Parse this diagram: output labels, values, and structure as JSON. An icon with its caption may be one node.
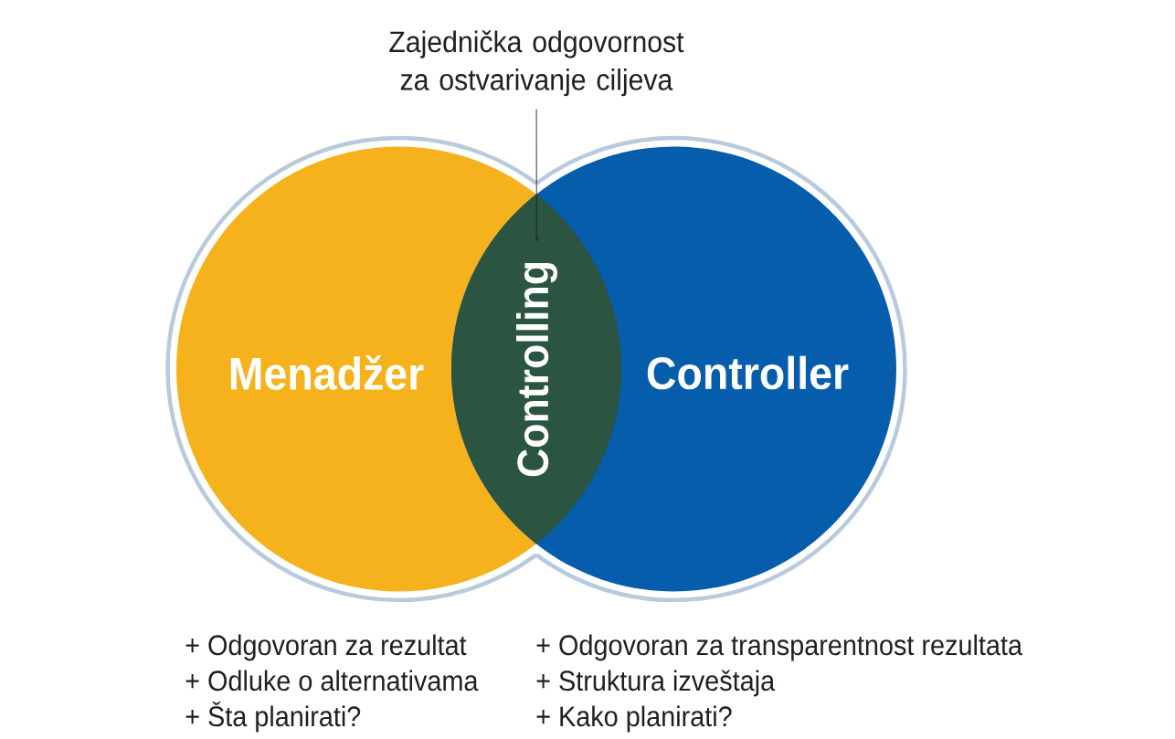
{
  "diagram": {
    "nodes": [
      {
        "text": [
          "Zajednička odgovornost za ostvarivanje ciljeva"
        ]
      },
      {
        "text": [
          "Menadžer"
        ],
        "beside": [
          "+ Odgovoran za rezultat",
          "+ Odluke o alternativama",
          "+ Šta planirati?"
        ]
      },
      {
        "text": [
          "Controlling"
        ]
      },
      {
        "text": [
          "Controller"
        ],
        "beside": [
          "+ Odgovoran za transparentnost rezultata",
          "+ Struktura izveštaja",
          "+ Kako planirati?"
        ]
      }
    ],
    "edges": [
      {
        "from": 0,
        "to": 2,
        "arrow": "to"
      }
    ]
  }
}
